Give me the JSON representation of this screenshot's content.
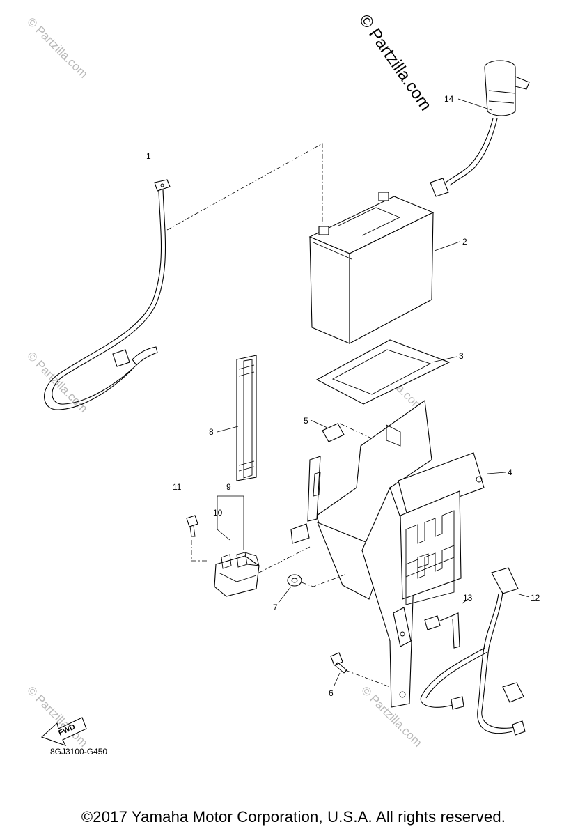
{
  "diagram": {
    "watermark_top": "© Partzilla.com",
    "watermark_faint": "© Partzilla.com",
    "callouts": [
      "1",
      "2",
      "3",
      "4",
      "5",
      "6",
      "7",
      "8",
      "9",
      "10",
      "11",
      "12",
      "13",
      "14"
    ],
    "fwd_label": "FWD",
    "drawing_code": "8GJ3100-G450",
    "copyright": "©2017 Yamaha Motor Corporation, U.S.A. All rights reserved."
  }
}
